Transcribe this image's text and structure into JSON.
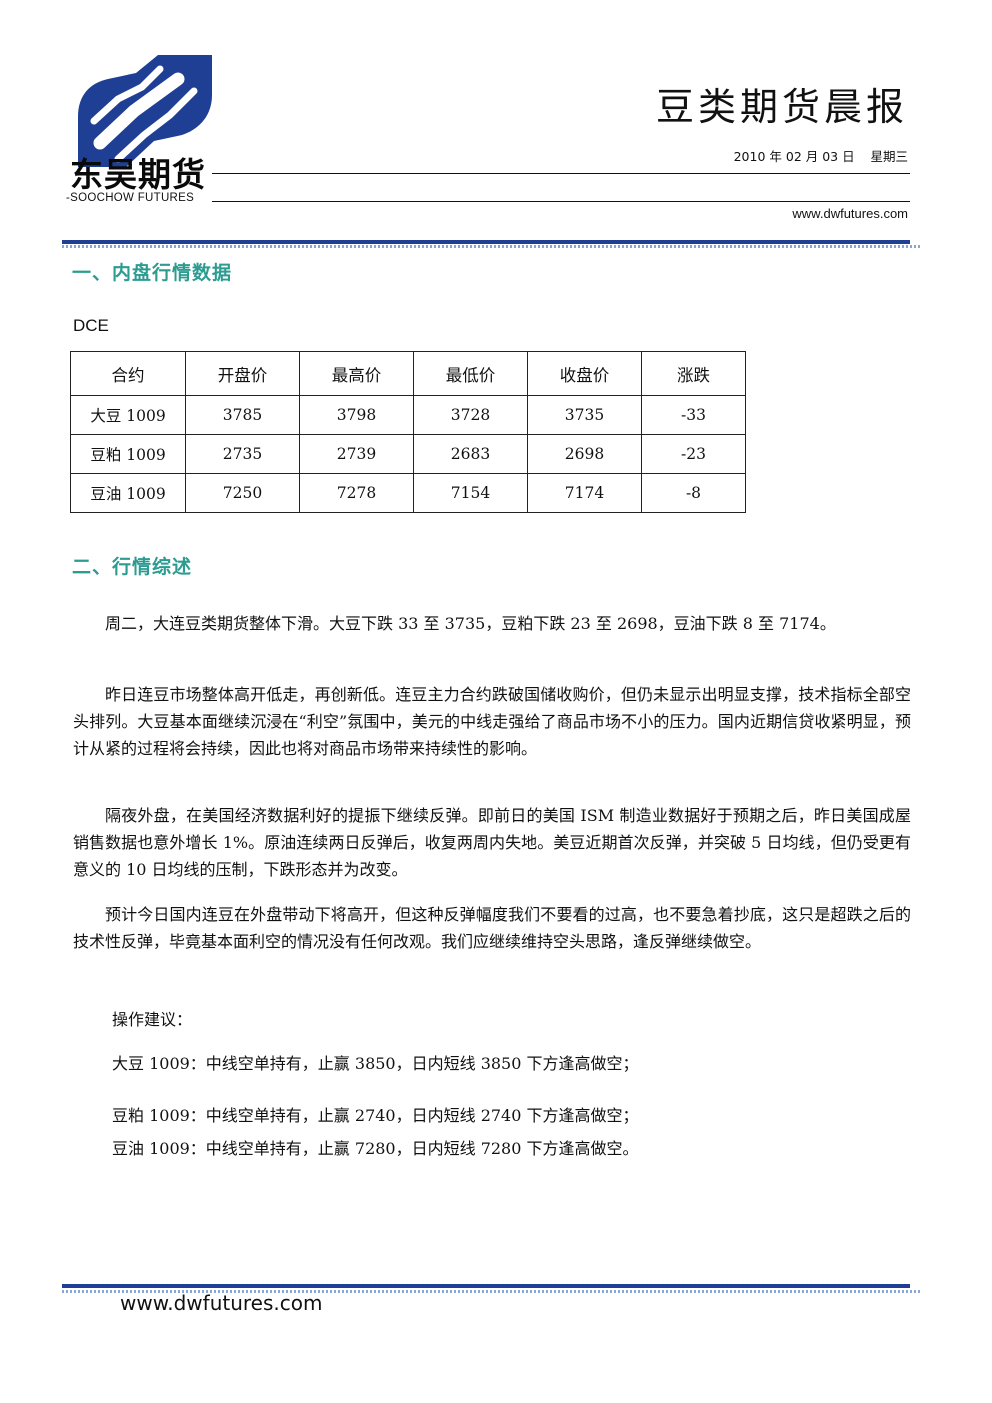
{
  "header": {
    "brand_cn": "东吴期货",
    "brand_en": "-SOOCHOW FUTURES",
    "title": "豆类期货晨报",
    "date": "2010 年 02 月 03 日    星期三",
    "url": "www.dwfutures.com",
    "brand_color": "#1f3f94"
  },
  "section1": {
    "title": "一、内盘行情数据",
    "exchange": "DCE",
    "table": {
      "headers": [
        "合约",
        "开盘价",
        "最高价",
        "最低价",
        "收盘价",
        "涨跌"
      ],
      "rows": [
        [
          "大豆 1009",
          "3785",
          "3798",
          "3728",
          "3735",
          "-33"
        ],
        [
          "豆粕 1009",
          "2735",
          "2739",
          "2683",
          "2698",
          "-23"
        ],
        [
          "豆油 1009",
          "7250",
          "7278",
          "7154",
          "7174",
          "-8"
        ]
      ]
    }
  },
  "section2": {
    "title": "二、行情综述",
    "paragraphs": [
      "周二，大连豆类期货整体下滑。大豆下跌 33 至 3735，豆粕下跌 23 至 2698，豆油下跌 8 至 7174。",
      "昨日连豆市场整体高开低走，再创新低。连豆主力合约跌破国储收购价，但仍未显示出明显支撑，技术指标全部空头排列。大豆基本面继续沉浸在“利空”氛围中，美元的中线走强给了商品市场不小的压力。国内近期信贷收紧明显，预计从紧的过程将会持续，因此也将对商品市场带来持续性的影响。",
      "隔夜外盘，在美国经济数据利好的提振下继续反弹。即前日的美国 ISM 制造业数据好于预期之后，昨日美国成屋销售数据也意外增长 1%。原油连续两日反弹后，收复两周内失地。美豆近期首次反弹，并突破 5 日均线，但仍受更有意义的 10 日均线的压制，下跌形态并为改变。",
      "预计今日国内连豆在外盘带动下将高开，但这种反弹幅度我们不要看的过高，也不要急着抄底，这只是超跌之后的技术性反弹，毕竟基本面利空的情况没有任何改观。我们应继续维持空头思路，逢反弹继续做空。"
    ],
    "advice_heading": "操作建议：",
    "advice": [
      "大豆 1009：中线空单持有，止赢 3850，日内短线 3850 下方逢高做空；",
      "豆粕 1009：中线空单持有，止赢 2740，日内短线 2740 下方逢高做空；",
      "豆油 1009：中线空单持有，止赢 7280，日内短线 7280 下方逢高做空。"
    ]
  },
  "footer": {
    "url": "www.dwfutures.com"
  }
}
